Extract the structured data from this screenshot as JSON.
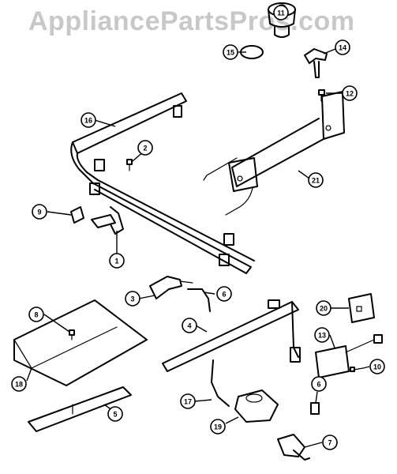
{
  "watermark": "AppliancePartsPros.com",
  "callouts": [
    {
      "num": "1"
    },
    {
      "num": "2"
    },
    {
      "num": "3"
    },
    {
      "num": "4"
    },
    {
      "num": "5"
    },
    {
      "num": "6"
    },
    {
      "num": "6"
    },
    {
      "num": "7"
    },
    {
      "num": "8"
    },
    {
      "num": "9"
    },
    {
      "num": "10"
    },
    {
      "num": "11"
    },
    {
      "num": "12"
    },
    {
      "num": "13"
    },
    {
      "num": "14"
    },
    {
      "num": "15"
    },
    {
      "num": "16"
    },
    {
      "num": "17"
    },
    {
      "num": "18"
    },
    {
      "num": "19"
    },
    {
      "num": "20"
    },
    {
      "num": "21"
    }
  ]
}
